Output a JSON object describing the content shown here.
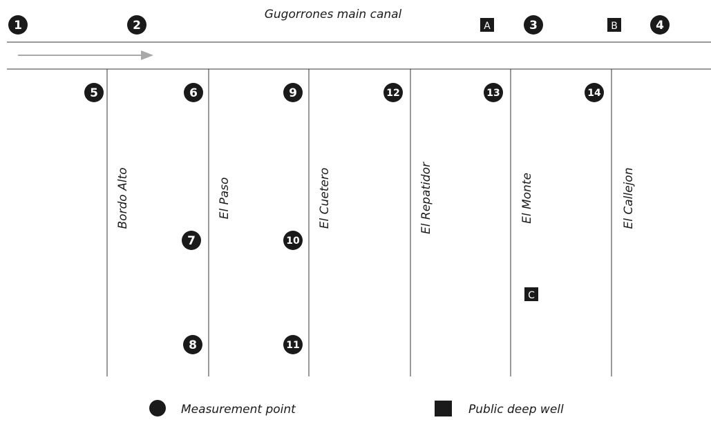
{
  "title": "Gugorrones main canal",
  "canal_points": [
    "1",
    "2",
    "3",
    "4"
  ],
  "laterals": [
    {
      "name": "Bordo Alto",
      "points": [
        "5"
      ]
    },
    {
      "name": "El Paso",
      "points": [
        "6",
        "7",
        "8"
      ]
    },
    {
      "name": "El Cuetero",
      "points": [
        "9",
        "10",
        "11"
      ]
    },
    {
      "name": "El Repatidor",
      "points": [
        "12"
      ]
    },
    {
      "name": "El Monte",
      "points": [
        "13"
      ]
    },
    {
      "name": "El Callejon",
      "points": [
        "14"
      ]
    }
  ],
  "wells": [
    "A",
    "B",
    "C"
  ],
  "legend": {
    "measurement_label": "Measurement point",
    "well_label": "Public deep well"
  },
  "colors": {
    "ink": "#1a1a1a",
    "line": "#333333",
    "arrow": "#a8a8a8"
  }
}
